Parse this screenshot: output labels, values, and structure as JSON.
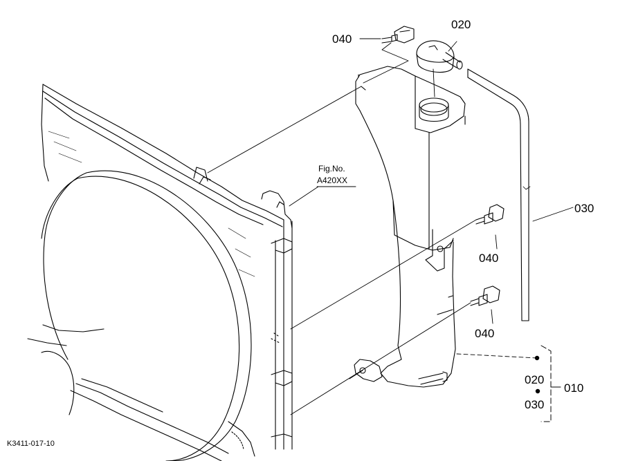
{
  "callouts": {
    "bolt_top": "040",
    "cap": "020",
    "hose": "030",
    "bolt_mid": "040",
    "bolt_low": "040",
    "assembly": "010",
    "kit_cap": "020",
    "kit_hose": "030"
  },
  "figure_ref": {
    "line1": "Fig.No.",
    "line2": "A420XX"
  },
  "drawing_code": "K3411-017-10",
  "colors": {
    "line": "#000000",
    "background": "#ffffff"
  }
}
